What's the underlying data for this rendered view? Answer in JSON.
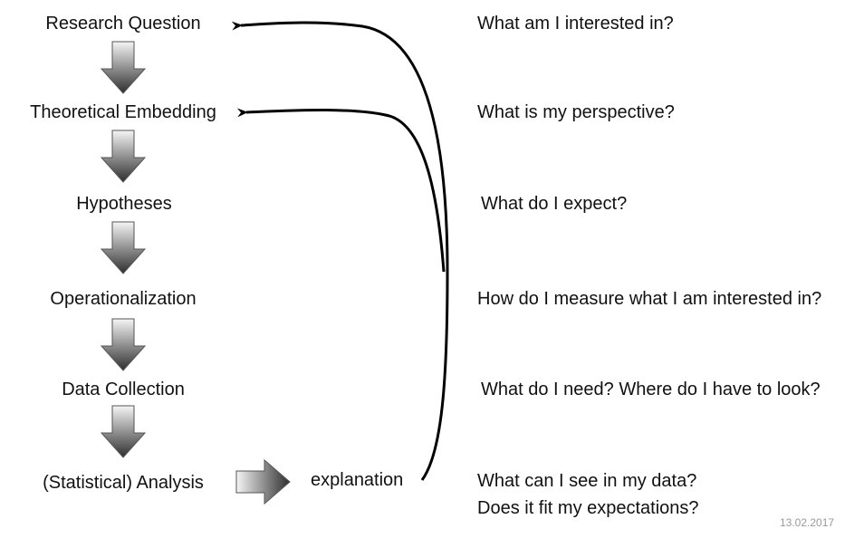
{
  "steps": [
    {
      "label": "Research Question"
    },
    {
      "label": "Theoretical Embedding"
    },
    {
      "label": "Hypotheses"
    },
    {
      "label": "Operationalization"
    },
    {
      "label": "Data Collection"
    },
    {
      "label": "(Statistical) Analysis"
    }
  ],
  "explanation": {
    "label": "explanation"
  },
  "questions": [
    {
      "text": "What am I interested in?"
    },
    {
      "text": "What is my perspective?"
    },
    {
      "text": "What do I expect?"
    },
    {
      "text": "How do I measure what I am interested in?"
    },
    {
      "text": "What do I need? Where do I have to look?"
    },
    {
      "text": "What can I see in my data?"
    },
    {
      "text": "Does it fit my expectations?"
    }
  ],
  "footer": {
    "date": "13.02.2017"
  },
  "colors": {
    "arrow_light": "#f2f2f2",
    "arrow_dark": "#333333",
    "line": "#000000"
  }
}
